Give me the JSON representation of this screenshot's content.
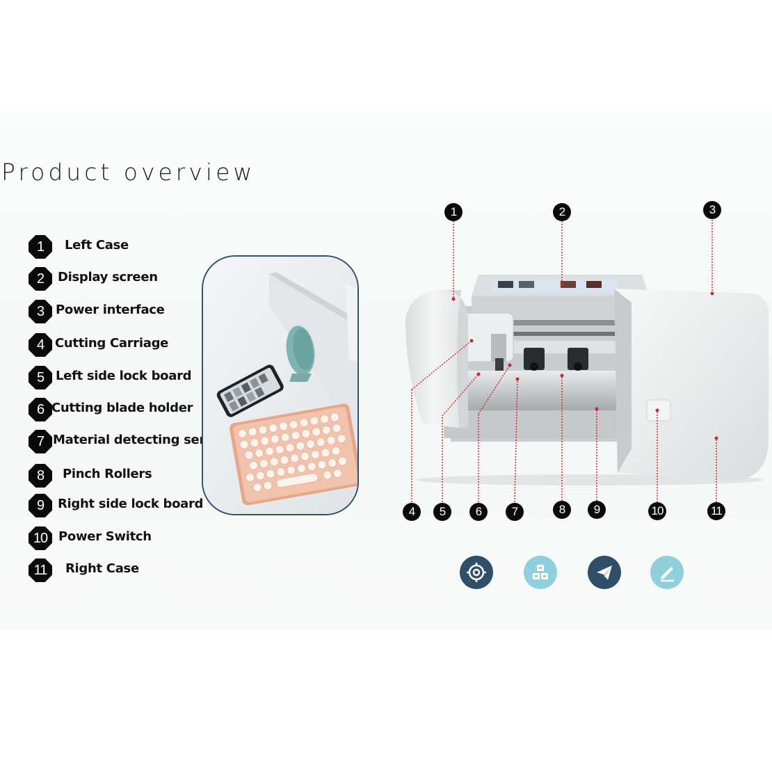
{
  "title": "Product overview",
  "legend": [
    {
      "num": "1",
      "label": "Left Case"
    },
    {
      "num": "2",
      "label": "Display screen"
    },
    {
      "num": "3",
      "label": "Power interface"
    },
    {
      "num": "4",
      "label": "Cutting Carriage"
    },
    {
      "num": "5",
      "label": "Left side lock board"
    },
    {
      "num": "6",
      "label": "Cutting blade holder"
    },
    {
      "num": "7",
      "label": "Material detecting sensor"
    },
    {
      "num": "8",
      "label": "Pinch Rollers"
    },
    {
      "num": "9",
      "label": "Right side lock board"
    },
    {
      "num": "10",
      "label": "Power Switch"
    },
    {
      "num": "11",
      "label": "Right Case"
    }
  ],
  "callouts": [
    "1",
    "2",
    "3",
    "4",
    "5",
    "6",
    "7",
    "8",
    "9",
    "10",
    "11"
  ],
  "colors": {
    "badge": "#0a0a0a",
    "leader_line": "#cc2a2a",
    "photo_border": "#34506a",
    "icon_dark": "#2f4f68",
    "icon_light": "#8fd0dc"
  },
  "icons": [
    "target-icon",
    "blocks-icon",
    "paper-plane-icon",
    "pencil-icon"
  ]
}
